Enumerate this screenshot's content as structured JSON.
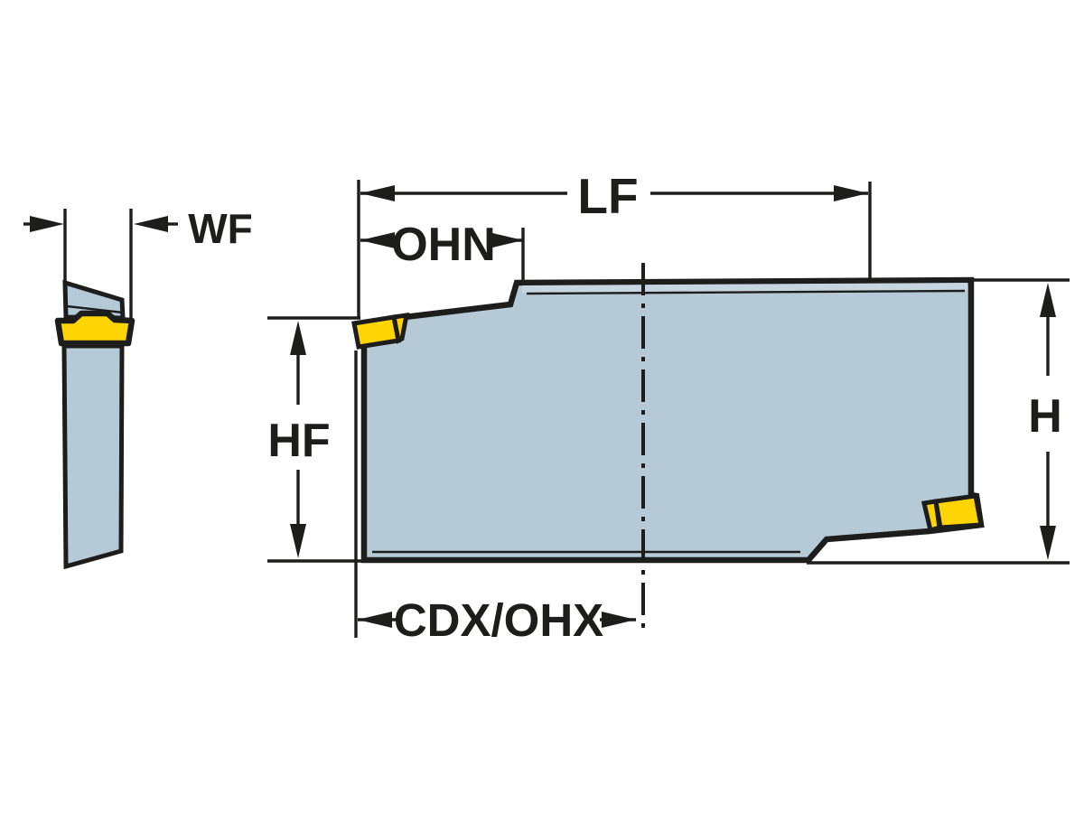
{
  "figure": {
    "kind": "tool-dimension-drawing",
    "labels": {
      "wf": "WF",
      "lf": "LF",
      "ohn": "OHN",
      "hf": "HF",
      "h": "H",
      "cdx_ohx": "CDX/OHX"
    },
    "colors": {
      "background": "#ffffff",
      "line": "#1d1d1b",
      "body": "#b5c9d6",
      "body_light": "#c6d5df",
      "insert": "#ffd405"
    }
  }
}
